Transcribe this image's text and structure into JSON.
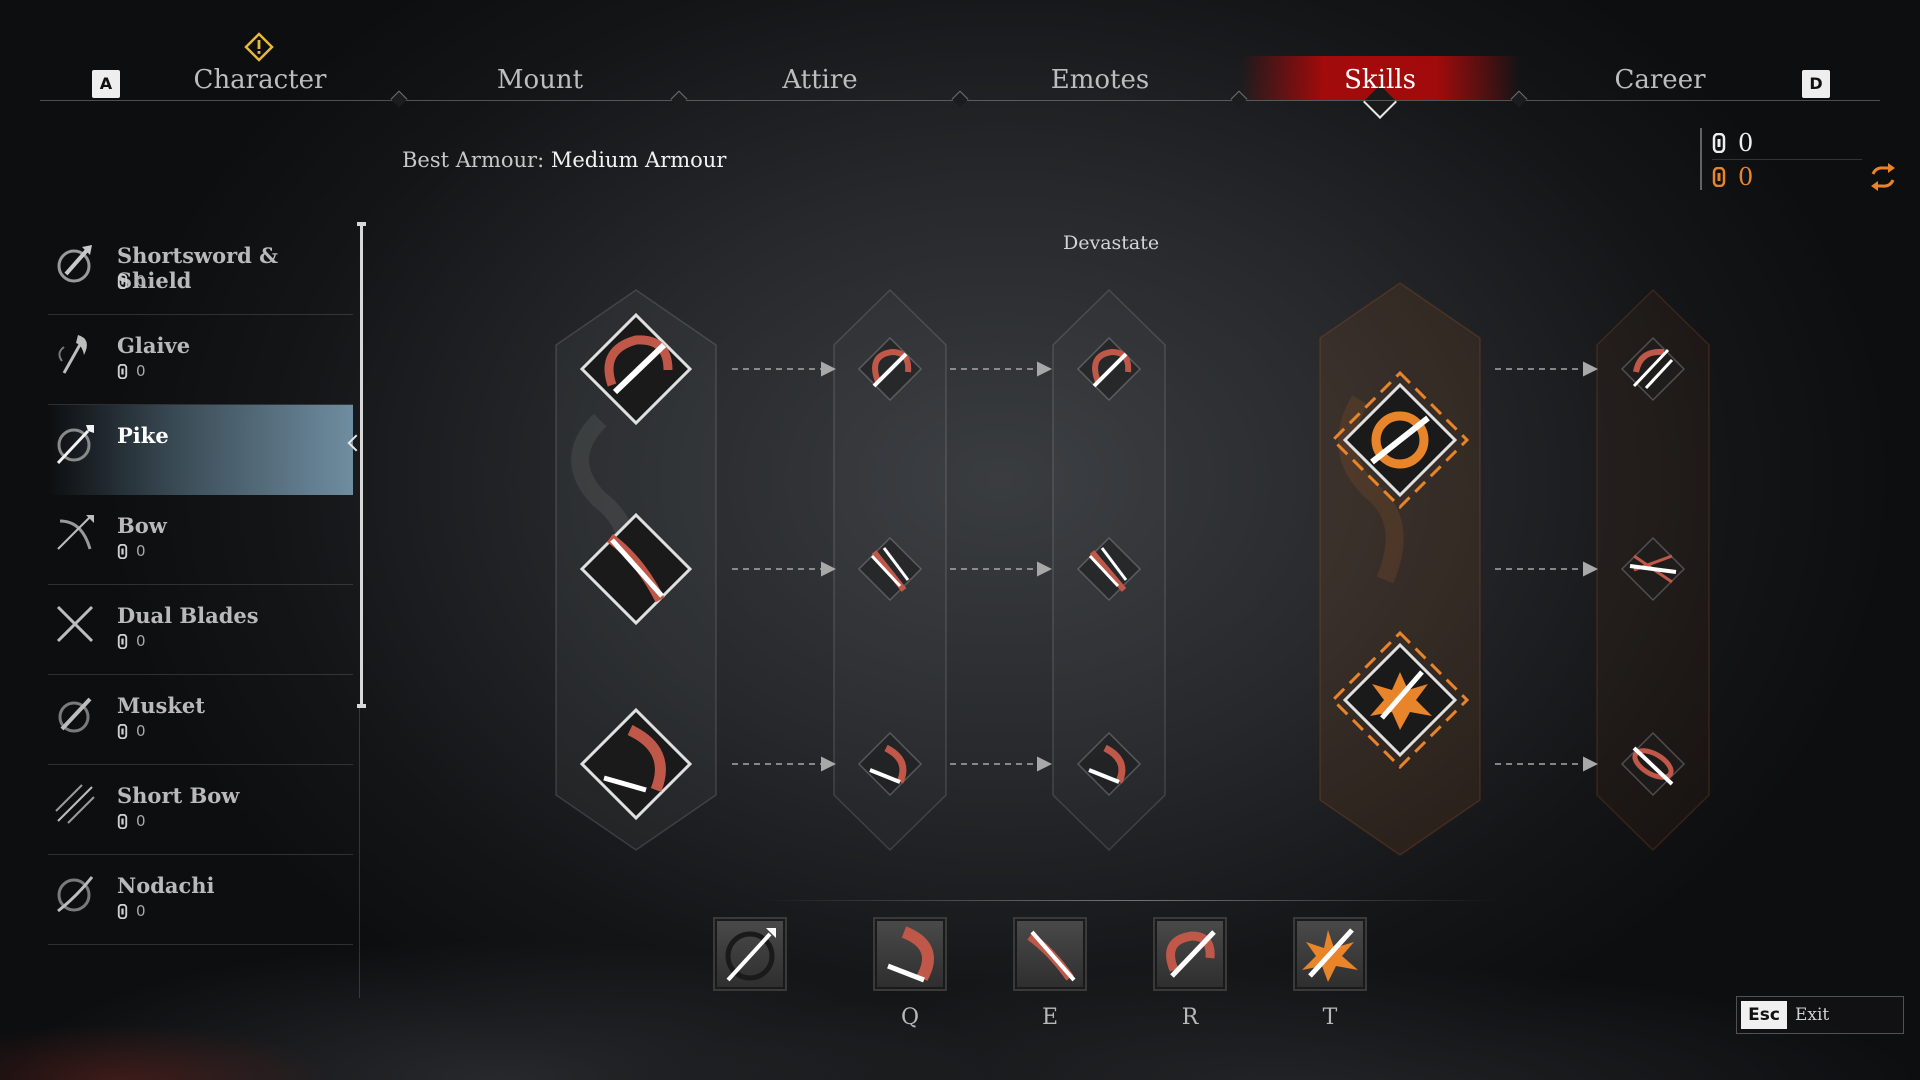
{
  "nav": {
    "left_key": "A",
    "right_key": "D",
    "tabs": [
      {
        "label": "Character"
      },
      {
        "label": "Mount"
      },
      {
        "label": "Attire"
      },
      {
        "label": "Emotes"
      },
      {
        "label": "Skills"
      },
      {
        "label": "Career"
      }
    ],
    "active_tab": "Skills"
  },
  "armour": {
    "prefix": "Best Armour:",
    "value": "Medium Armour"
  },
  "points": {
    "white": "0",
    "orange": "0"
  },
  "weapons": [
    {
      "name": "Shortsword & Shield",
      "points": "0",
      "icon": "shortsword-shield-icon"
    },
    {
      "name": "Glaive",
      "points": "0",
      "icon": "glaive-icon"
    },
    {
      "name": "Pike",
      "points": "",
      "icon": "pike-icon",
      "active": true
    },
    {
      "name": "Bow",
      "points": "0",
      "icon": "bow-icon"
    },
    {
      "name": "Dual Blades",
      "points": "0",
      "icon": "dual-blades-icon"
    },
    {
      "name": "Musket",
      "points": "0",
      "icon": "musket-icon"
    },
    {
      "name": "Short Bow",
      "points": "0",
      "icon": "short-bow-icon"
    },
    {
      "name": "Nodachi",
      "points": "0",
      "icon": "nodachi-icon"
    }
  ],
  "tree": {
    "label": "Devastate"
  },
  "hotbar": {
    "keys": [
      "",
      "Q",
      "E",
      "R",
      "T"
    ]
  },
  "exit": {
    "key": "Esc",
    "label": "Exit"
  },
  "colors": {
    "accent_red": "#aa0a0a",
    "skill_orange": "#e8842a",
    "skill_rust": "#c0584a"
  }
}
